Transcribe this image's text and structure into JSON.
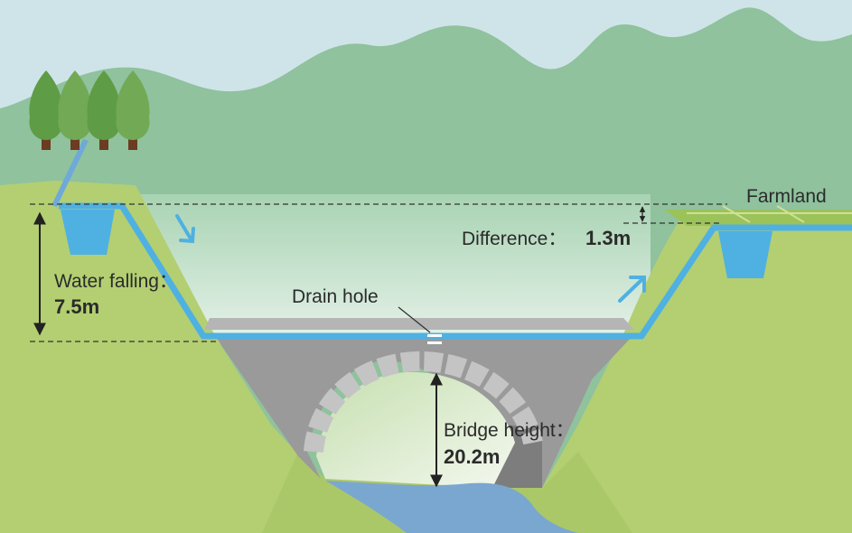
{
  "labels": {
    "farmland": "Farmland",
    "difference_label": "Difference：",
    "difference_value": "1.3m",
    "water_falling_label": "Water falling：",
    "water_falling_value": "7.5m",
    "drain_hole": "Drain hole",
    "bridge_height_label": "Bridge height：",
    "bridge_height_value": "20.2m"
  },
  "colors": {
    "sky": "#cfe4e8",
    "mountain": "#8fc29d",
    "grass": "#b3cf72",
    "water": "#4fb0e2",
    "bridge_body": "#9a9a9a",
    "bridge_deck": "#b5b5b5",
    "river": "#7aa7d0",
    "tree": "#6fa64f",
    "trunk": "#6b3b22",
    "text": "#2b2b2b"
  },
  "icons": [
    "tree-icon",
    "flow-arrow-icon",
    "dimension-arrow-icon"
  ]
}
